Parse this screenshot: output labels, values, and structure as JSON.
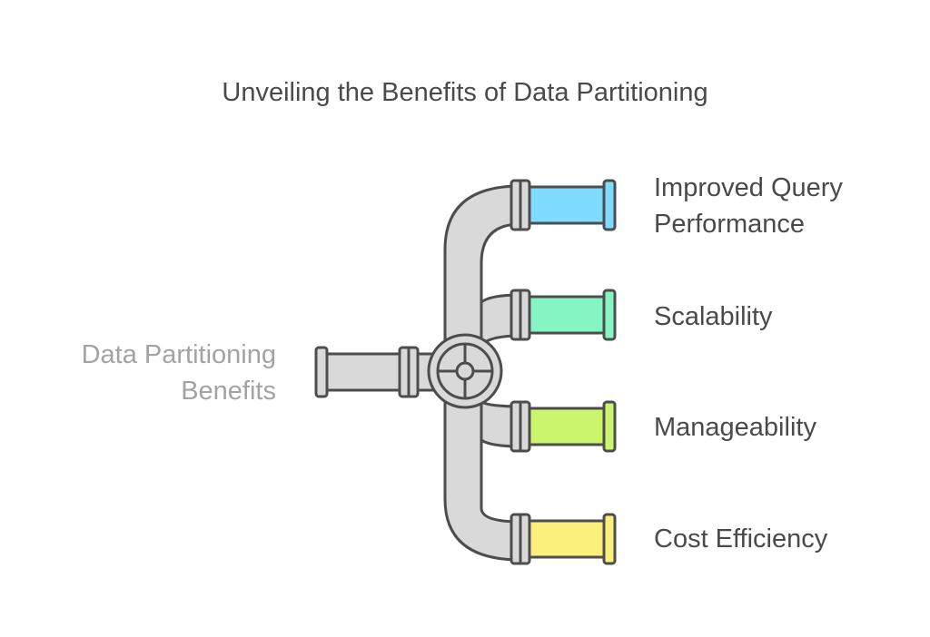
{
  "diagram": {
    "title": "Unveiling the Benefits of Data Partitioning",
    "source": {
      "label_lines": [
        "Data Partitioning",
        "Benefits"
      ]
    },
    "outputs": [
      {
        "label_lines": [
          "Improved Query",
          "Performance"
        ],
        "color": "#7fdbff"
      },
      {
        "label_lines": [
          "Scalability"
        ],
        "color": "#86f5c4"
      },
      {
        "label_lines": [
          "Manageability"
        ],
        "color": "#ccf56e"
      },
      {
        "label_lines": [
          "Cost Efficiency"
        ],
        "color": "#fbf07c"
      }
    ],
    "colors": {
      "pipe": "#d9d9d9",
      "outline": "#4d4d4d",
      "text": "#4a4a4a",
      "muted_text": "#a3a3a3"
    }
  }
}
